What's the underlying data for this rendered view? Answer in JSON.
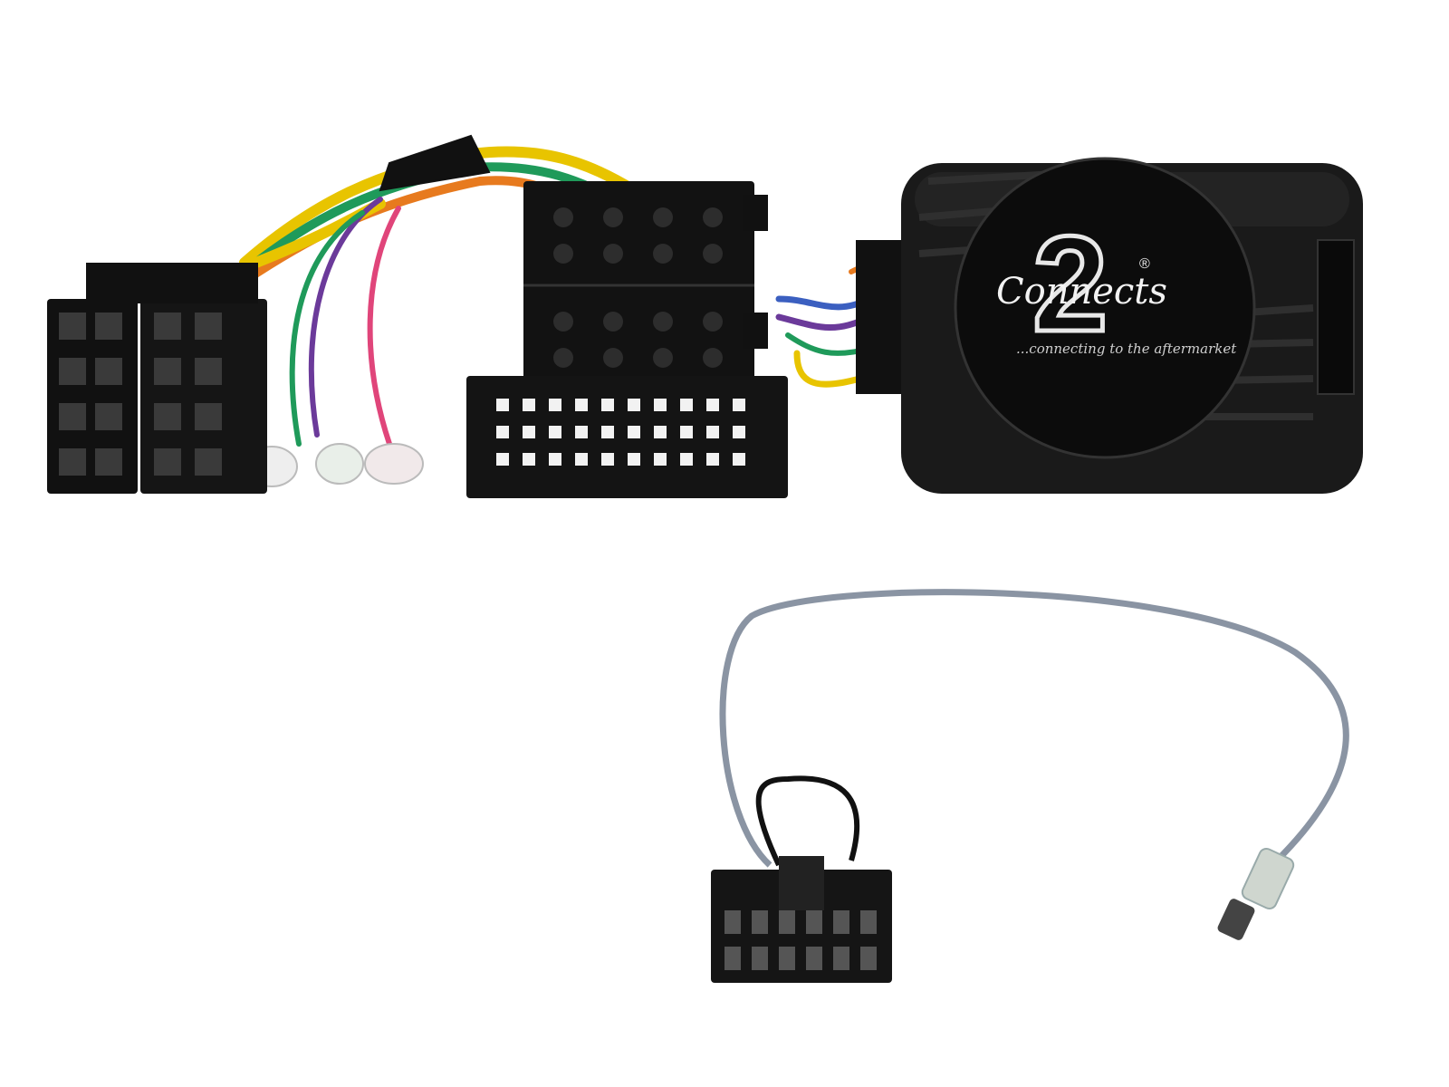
{
  "product": {
    "logo": {
      "brand_script": "Connects",
      "brand_number": "2",
      "registered_mark": "®"
    },
    "tagline": "...connecting to the aftermarket"
  },
  "colors": {
    "background": "#ffffff",
    "connector_black": "#111111",
    "wire_yellow": "#e8c400",
    "wire_green": "#1f9a5a",
    "wire_orange": "#e77a1e",
    "wire_purple": "#6b3a9a",
    "wire_pink": "#e0457a",
    "wire_blue": "#3b5fc0",
    "cable_grey": "#8a94a3"
  }
}
